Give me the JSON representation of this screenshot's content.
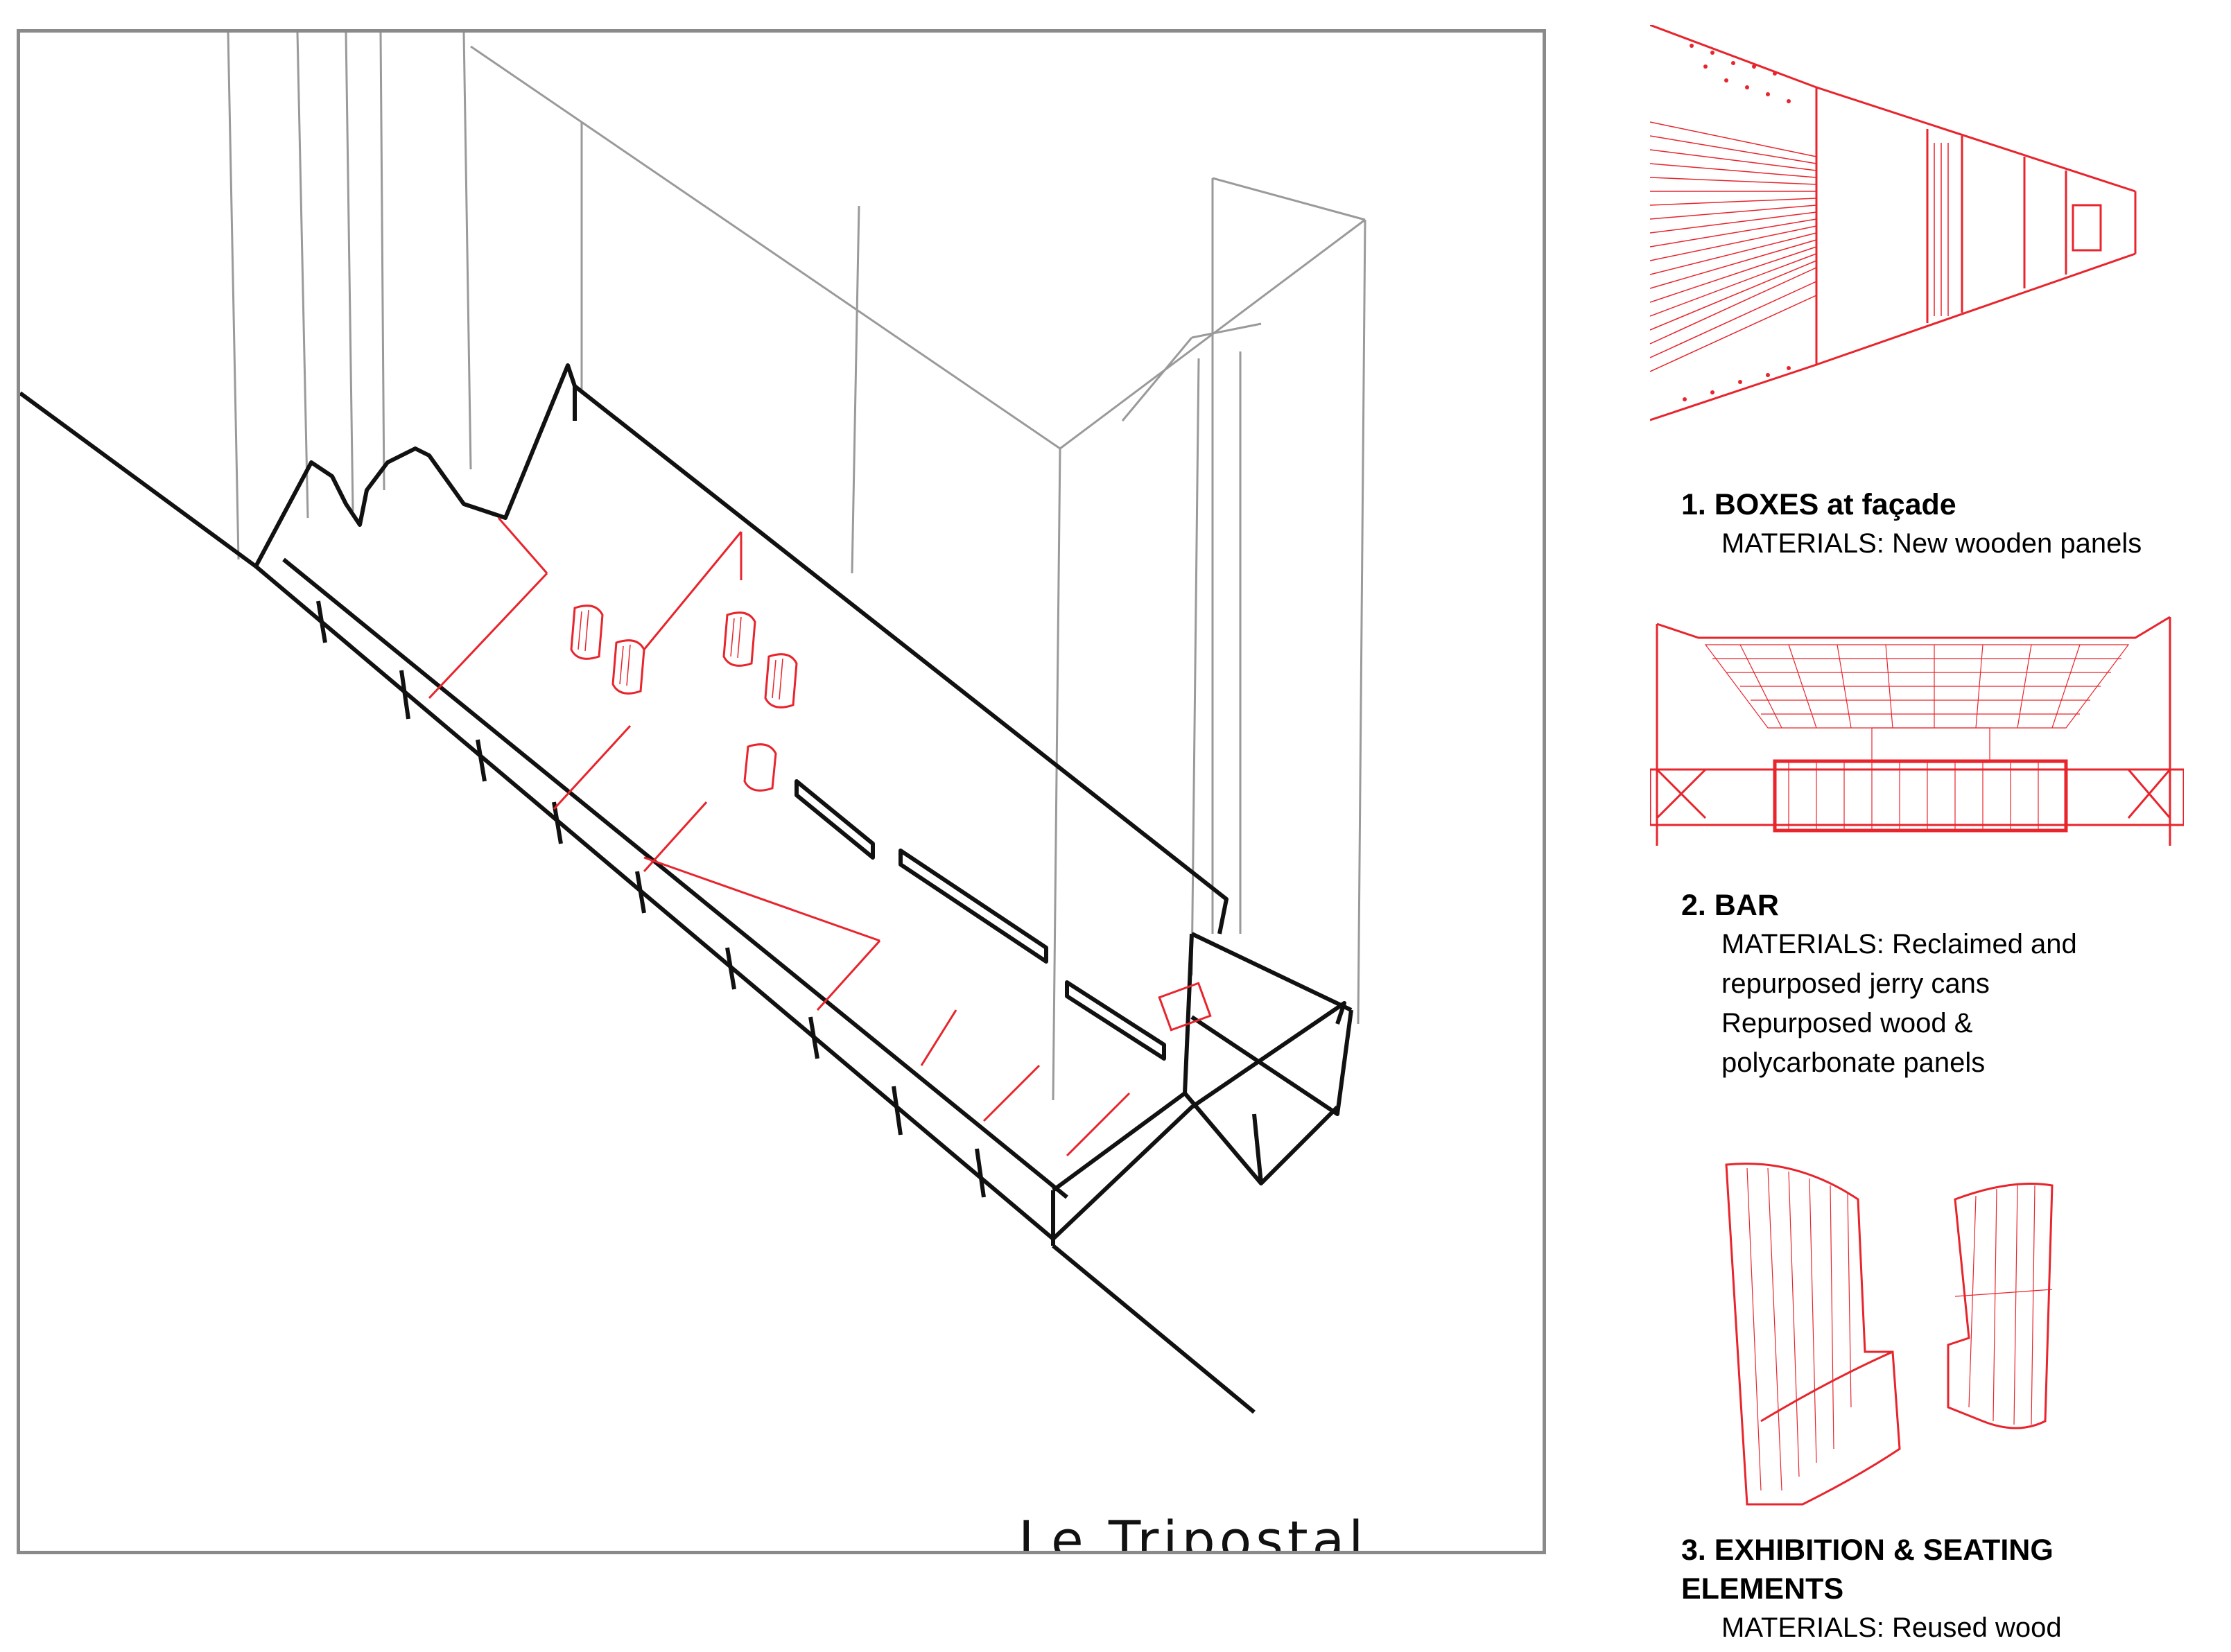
{
  "drawing": {
    "caption": "Le Tripostal"
  },
  "legend": [
    {
      "title": "1. BOXES at façade",
      "materials": [
        "MATERIALS: New wooden panels"
      ]
    },
    {
      "title": "2. BAR",
      "materials": [
        "MATERIALS: Reclaimed and",
        "repurposed jerry cans",
        "Repurposed wood &",
        "polycarbonate panels"
      ]
    },
    {
      "title": "3. EXHIBITION & SEATING ELEMENTS",
      "materials": [
        "MATERIALS: Reused wood"
      ]
    }
  ],
  "colors": {
    "sketch_black": "#111111",
    "sketch_grey": "#9a9a9a",
    "accent_red": "#e8242c",
    "frame": "#8a8a8a"
  }
}
